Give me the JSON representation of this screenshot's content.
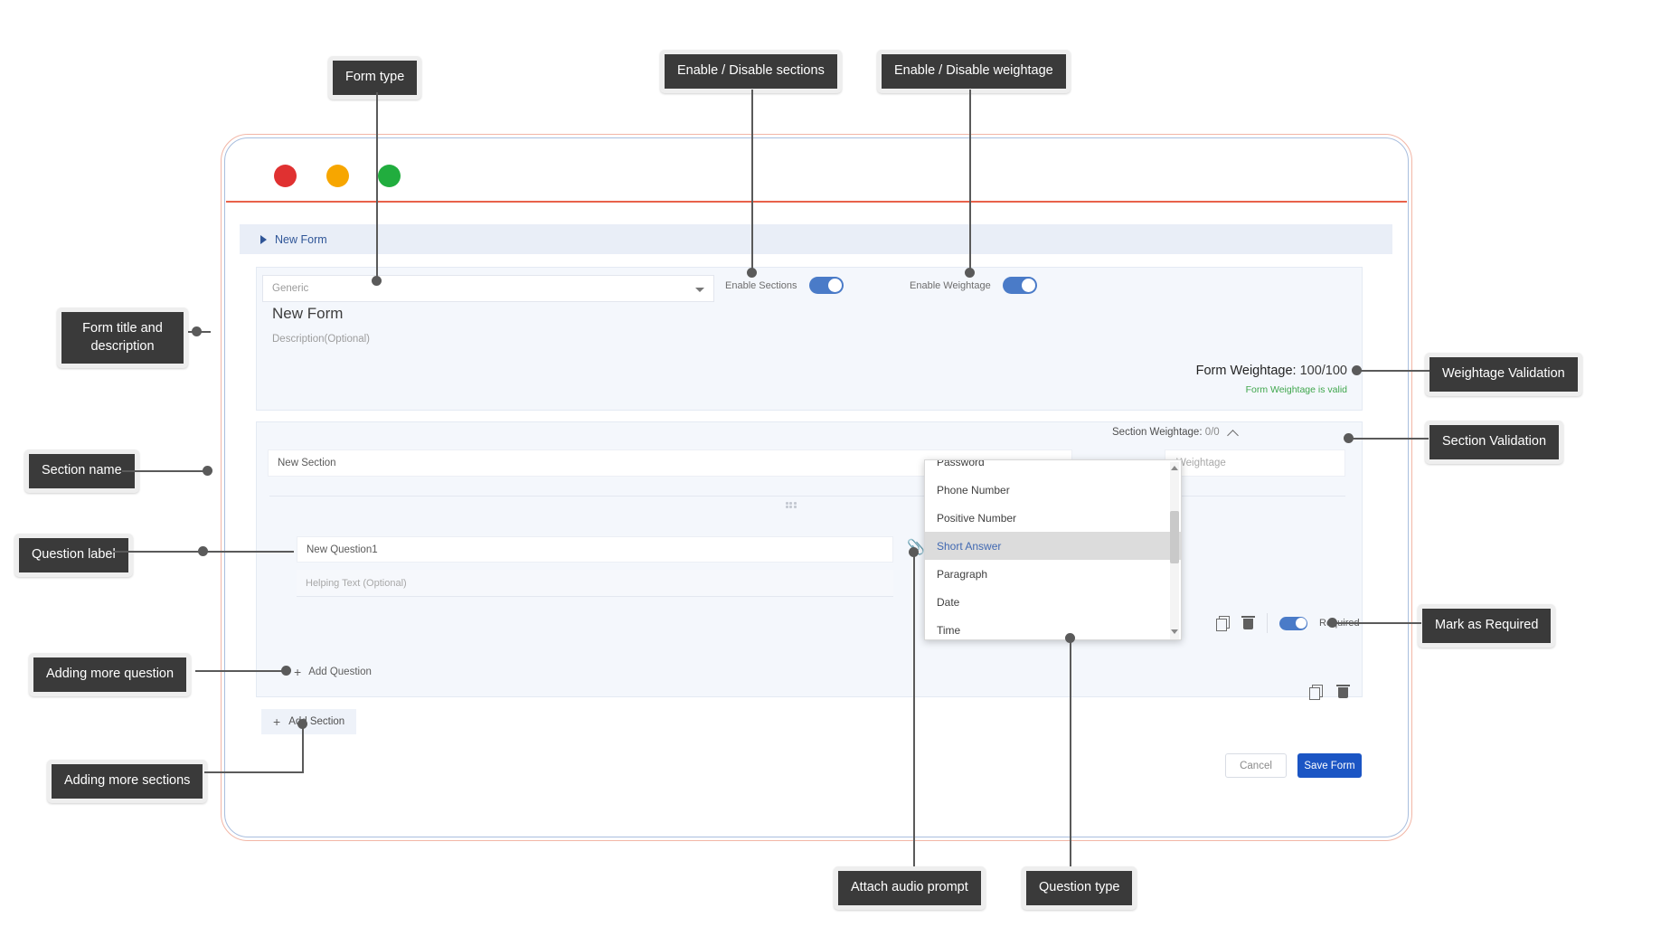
{
  "window": {
    "dots": [
      "close-red",
      "minimize-yellow",
      "maximize-green"
    ]
  },
  "breadcrumb": {
    "label": "New Form"
  },
  "form": {
    "type_placeholder": "Generic",
    "title": "New Form",
    "description_placeholder": "Description(Optional)",
    "toggles": [
      {
        "label": "Enable Sections",
        "on": true
      },
      {
        "label": "Enable Weightage",
        "on": true
      }
    ],
    "weightage_label": "Form Weightage: ",
    "weightage_value": "100/100",
    "weightage_valid_text": "Form Weightage is valid"
  },
  "section": {
    "weightage_label": "Section Weightage: ",
    "weightage_value": "0/0",
    "name_value": "New Section",
    "weightage_placeholder": "Weightage",
    "add_question_label": "Add Question",
    "add_section_label": "Add Section",
    "plus": "+"
  },
  "question": {
    "label_value": "New Question1",
    "helping_placeholder": "Helping Text (Optional)",
    "required_label": "Required",
    "required_on": true,
    "attach_icon": "📎"
  },
  "dropdown": {
    "options": [
      {
        "label": "Password",
        "selected": false
      },
      {
        "label": "Phone Number",
        "selected": false
      },
      {
        "label": "Positive Number",
        "selected": false
      },
      {
        "label": "Short Answer",
        "selected": true
      },
      {
        "label": "Paragraph",
        "selected": false
      },
      {
        "label": "Date",
        "selected": false
      },
      {
        "label": "Time",
        "selected": false
      }
    ]
  },
  "footer": {
    "cancel_label": "Cancel",
    "save_label": "Save Form"
  },
  "annotations": {
    "form_type": "Form type",
    "enable_sections": "Enable / Disable sections",
    "enable_weightage": "Enable / Disable weightage",
    "form_title_desc": "Form title and description",
    "weightage_validation": "Weightage Validation",
    "section_validation": "Section Validation",
    "section_name": "Section name",
    "question_label": "Question label",
    "mark_required": "Mark as Required",
    "add_more_question": "Adding more question",
    "add_more_sections": "Adding more sections",
    "attach_audio": "Attach audio prompt",
    "question_type": "Question type"
  },
  "colors": {
    "accent_blue": "#1b55c4",
    "valid_green": "#3fa64c",
    "toggle_blue": "#4a7bc8",
    "frame_blue": "#a9bede",
    "frame_red": "#f2b6a6"
  }
}
